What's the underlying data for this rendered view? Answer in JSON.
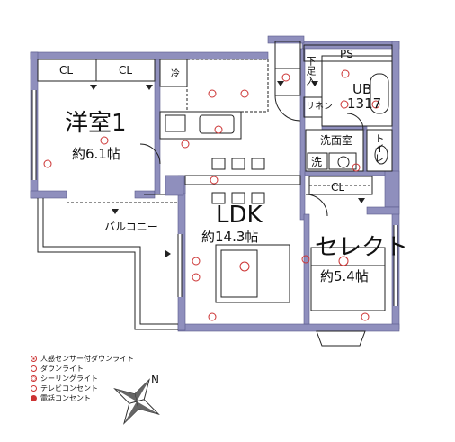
{
  "rooms": {
    "western": {
      "name": "洋室1",
      "area": "約6.1帖"
    },
    "ldk": {
      "name": "LDK",
      "area": "約14.3帖"
    },
    "select": {
      "name": "セレクト",
      "area": "約5.4帖"
    },
    "ub": {
      "name": "UB",
      "size": "1317"
    },
    "washroom": {
      "name": "洗面室"
    },
    "toilet": {
      "name": "トイレ"
    },
    "balcony": {
      "name": "バルコニー"
    }
  },
  "fixtures": {
    "ps": "PS",
    "cl_top_left": "CL",
    "cl_top_right": "CL",
    "cl_right": "CL",
    "fridge": "冷",
    "shoebox": "下足入",
    "linen": "リネン",
    "washer": "洗"
  },
  "legend": [
    {
      "icon": "sensor-downlight-icon",
      "label": "人感センサー付ダウンライト"
    },
    {
      "icon": "downlight-icon",
      "label": "ダウンライト"
    },
    {
      "icon": "ceiling-light-icon",
      "label": "シーリングライト"
    },
    {
      "icon": "tv-outlet-icon",
      "label": "テレビコンセント"
    },
    {
      "icon": "phone-outlet-icon",
      "label": "電話コンセント"
    }
  ],
  "compass": {
    "label": "N"
  },
  "colors": {
    "wall": "#8f8fbd",
    "line": "#222222",
    "symbol": "#cc3333"
  }
}
